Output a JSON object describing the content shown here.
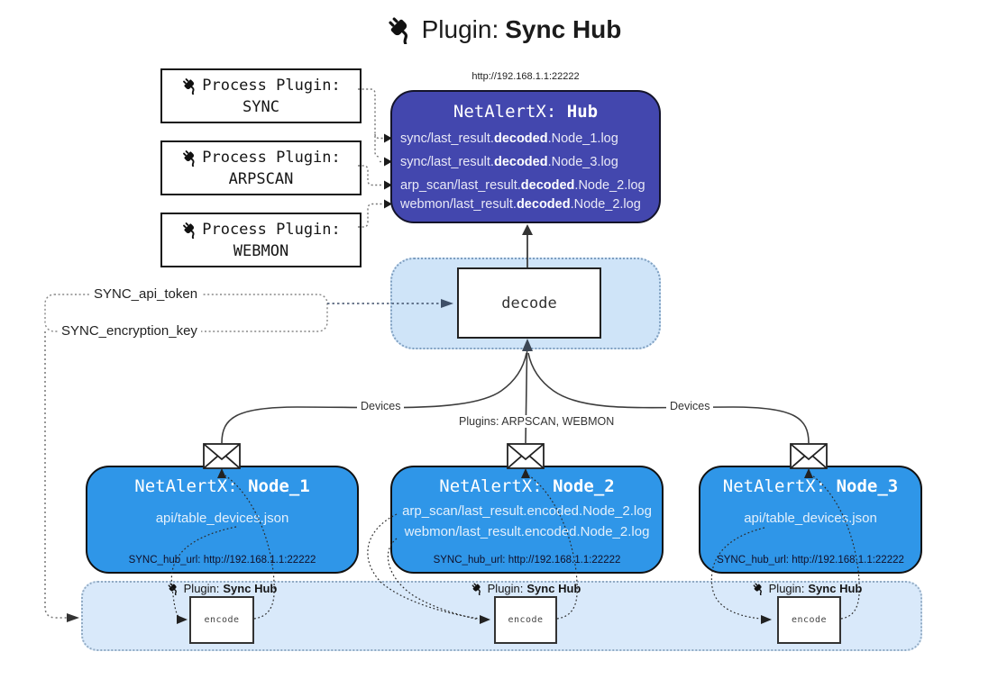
{
  "title": {
    "prefix": "Plugin: ",
    "name": "Sync Hub"
  },
  "process_plugins": [
    {
      "label": "Process Plugin:",
      "name": "SYNC"
    },
    {
      "label": "Process Plugin:",
      "name": "ARPSCAN"
    },
    {
      "label": "Process Plugin:",
      "name": "WEBMON"
    }
  ],
  "hub": {
    "url": "http://192.168.1.1:22222",
    "name_prefix": "NetAlertX: ",
    "name": "Hub",
    "log_lines": [
      {
        "pre": "sync/last_result.",
        "bold": "decoded",
        "post": ".Node_1.log"
      },
      {
        "pre": "sync/last_result.",
        "bold": "decoded",
        "post": ".Node_3.log"
      },
      {
        "pre": "arp_scan/last_result.",
        "bold": "decoded",
        "post": ".Node_2.log"
      },
      {
        "pre": "webmon/last_result.",
        "bold": "decoded",
        "post": ".Node_2.log"
      }
    ]
  },
  "decode": {
    "label": "decode"
  },
  "secrets": {
    "api_token": "SYNC_api_token",
    "encryption_key": "SYNC_encryption_key"
  },
  "edges": {
    "devices_left": "Devices",
    "devices_right": "Devices",
    "plugins_mid": "Plugins: ARPSCAN, WEBMON"
  },
  "nodes": [
    {
      "name_prefix": "NetAlertX: ",
      "name": "Node_1",
      "files": [
        "api/table_devices.json"
      ],
      "hub_url": "SYNC_hub_url: http://192.168.1.1:22222"
    },
    {
      "name_prefix": "NetAlertX: ",
      "name": "Node_2",
      "files": [
        "arp_scan/last_result.encoded.Node_2.log",
        "webmon/last_result.encoded.Node_2.log"
      ],
      "hub_url": "SYNC_hub_url: http://192.168.1.1:22222"
    },
    {
      "name_prefix": "NetAlertX: ",
      "name": "Node_3",
      "files": [
        "api/table_devices.json"
      ],
      "hub_url": "SYNC_hub_url: http://192.168.1.1:22222"
    }
  ],
  "encoders": [
    {
      "plugin_prefix": "Plugin: ",
      "plugin_name": "Sync Hub",
      "label": "encode"
    },
    {
      "plugin_prefix": "Plugin: ",
      "plugin_name": "Sync Hub",
      "label": "encode"
    },
    {
      "plugin_prefix": "Plugin: ",
      "plugin_name": "Sync Hub",
      "label": "encode"
    }
  ],
  "colors": {
    "hub_fill": "#4347ae",
    "node_fill": "#2f96e8",
    "band_fill": "#d9e9fa",
    "decode_fill": "#cfe4f8",
    "line": "#3d3d3d"
  }
}
